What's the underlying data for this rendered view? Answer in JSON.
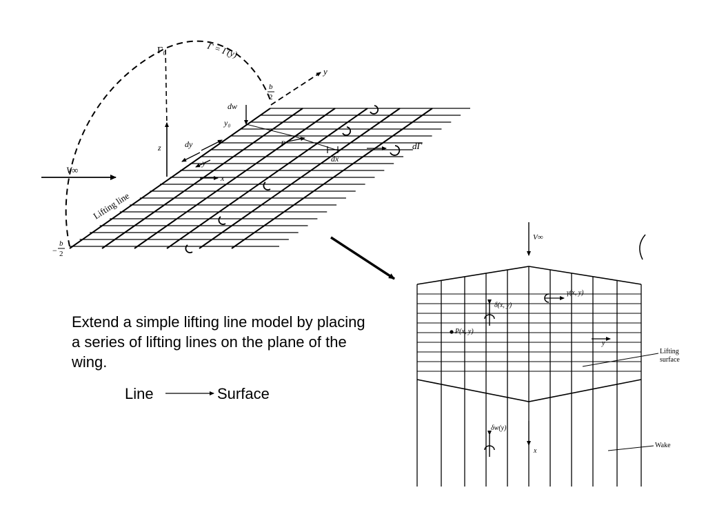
{
  "caption": {
    "text": "Extend a simple lifting line model by placing a series of lifting lines on the plane of the wing.",
    "line_word": "Line",
    "surface_word": "Surface"
  },
  "left_figure": {
    "gamma0": "Γ₀",
    "gamma_function": "Γ = Γ(y)",
    "y_axis": "y",
    "half_span_pos_num": "b",
    "half_span_pos_den": "2",
    "half_span_neg_sign": "−",
    "half_span_neg_num": "b",
    "half_span_neg_den": "2",
    "dw": "dw",
    "y0": "y₀",
    "z_axis": "z",
    "dy": "dy",
    "y_small": "y",
    "p_point": "P",
    "x_axis": "x",
    "dx": "dx",
    "dGamma": "dΓ",
    "v_inf": "V∞",
    "lifting_line": "Lifting line"
  },
  "right_figure": {
    "v_inf": "V∞",
    "gamma_xy": "γ(x, y)",
    "delta_xy": "δ(x, y)",
    "p_xy": "P(x, y)",
    "y_axis": "y",
    "lifting_surface_1": "Lifting",
    "lifting_surface_2": "surface",
    "delta_w": "δw(y)",
    "x_axis": "x",
    "wake": "Wake"
  }
}
